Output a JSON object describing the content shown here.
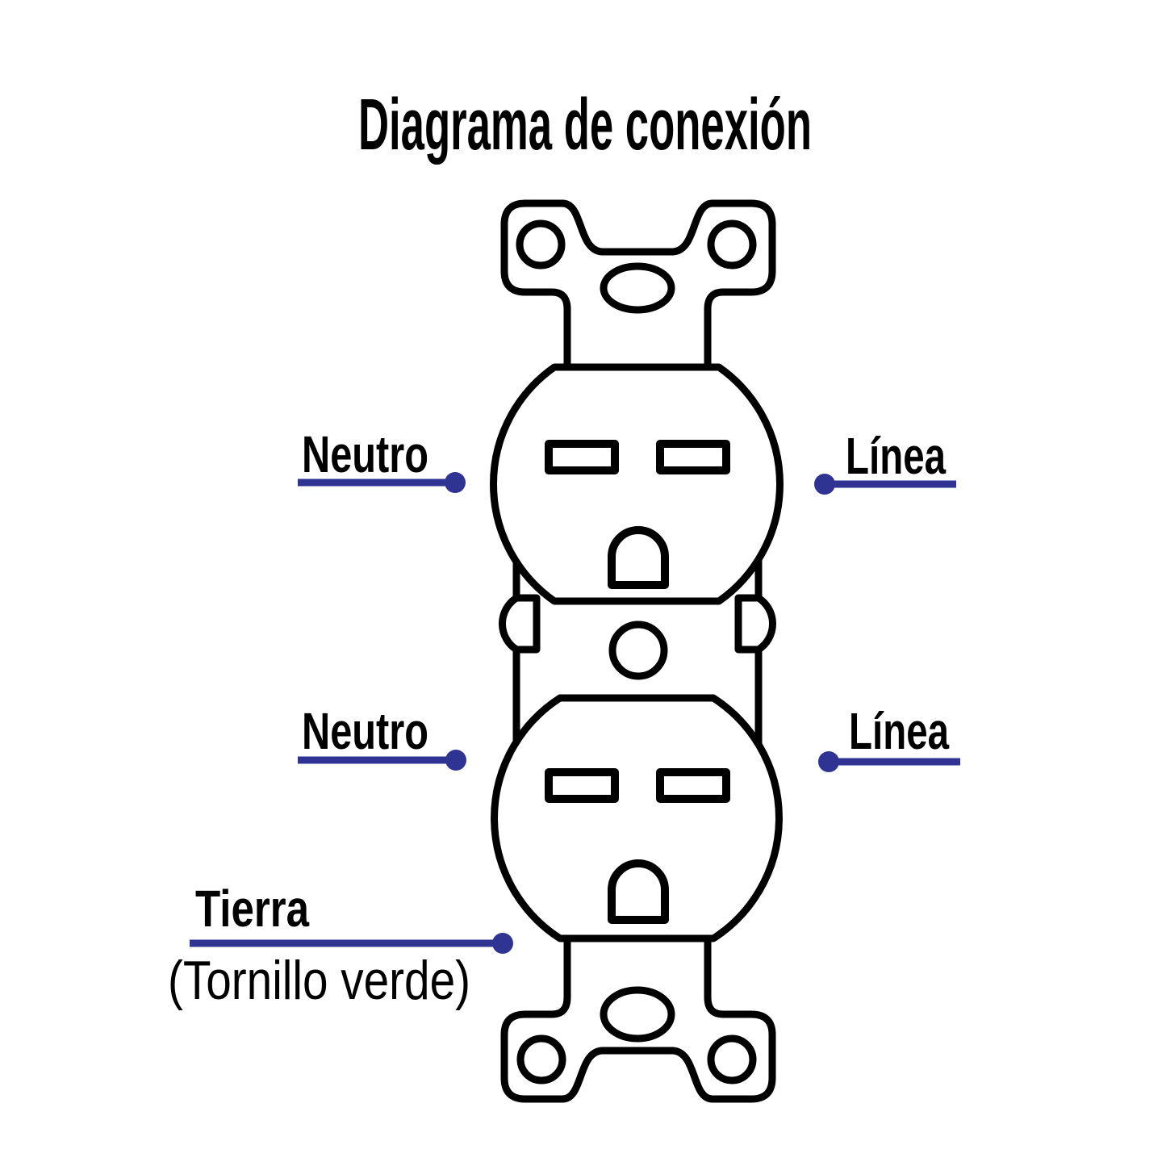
{
  "title": "Diagrama de conexión",
  "colors": {
    "accent_blue": "#2F3493",
    "outline_black": "#000000",
    "background": "#FFFFFF"
  },
  "callouts": {
    "top": {
      "neutral": "Neutro",
      "line": "Línea"
    },
    "bottom": {
      "neutral": "Neutro",
      "line": "Línea"
    },
    "ground": {
      "label": "Tierra",
      "note": "(Tornillo verde)"
    }
  }
}
